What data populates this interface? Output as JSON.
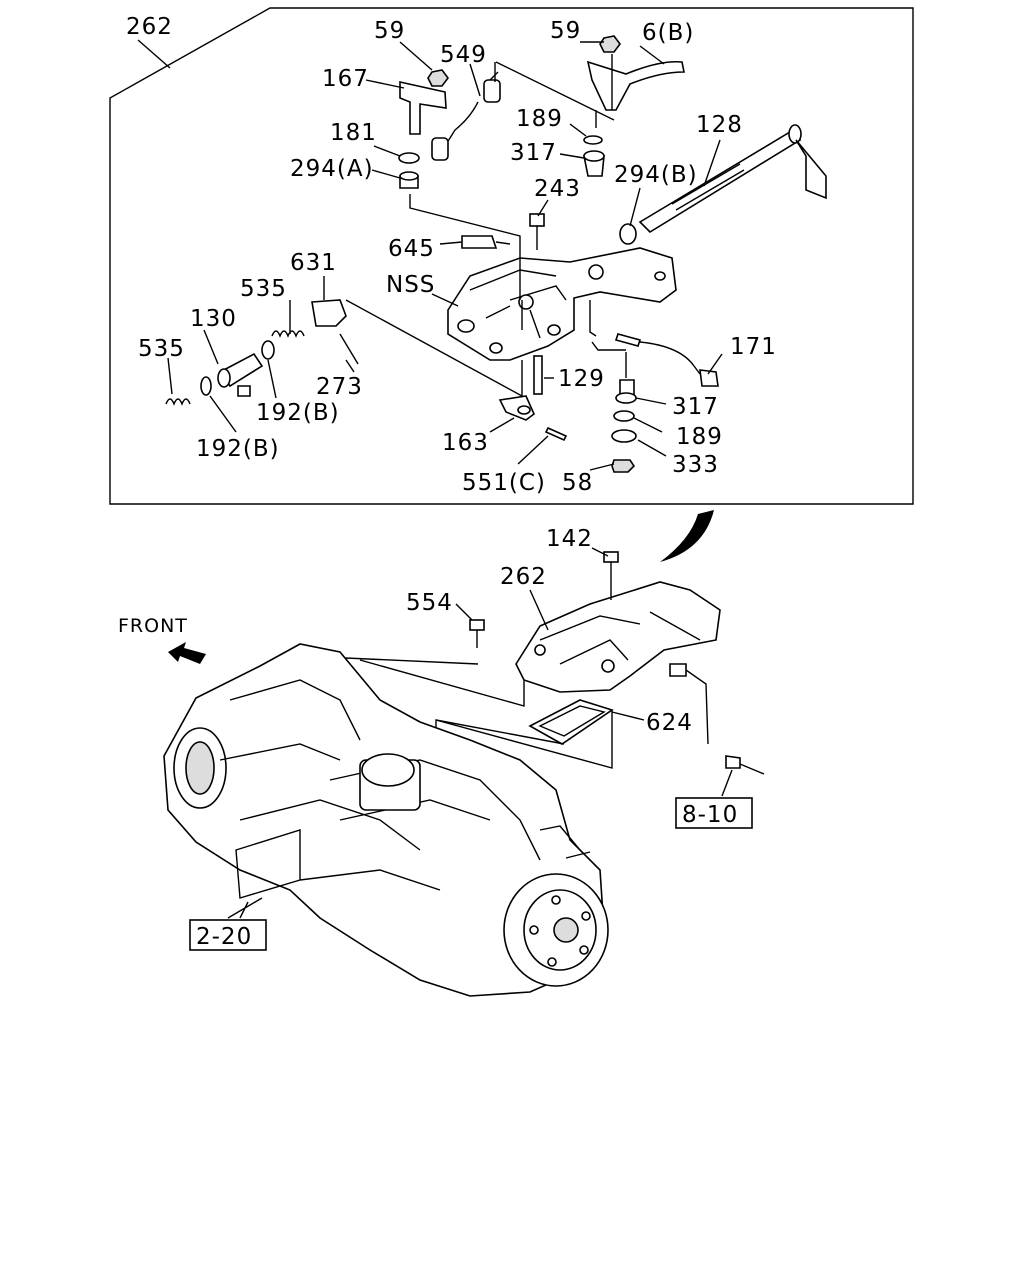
{
  "labels": {
    "group_262": "262",
    "p59a": "59",
    "p59b": "59",
    "p6b": "6(B)",
    "p549": "549",
    "p167": "167",
    "p181": "181",
    "p294a": "294(A)",
    "p189a": "189",
    "p317a": "317",
    "p128": "128",
    "p294b": "294(B)",
    "p243": "243",
    "p645": "645",
    "p631": "631",
    "pNSS": "NSS",
    "p535a": "535",
    "p130": "130",
    "p535b": "535",
    "p273": "273",
    "p192a": "192(B)",
    "p192b": "192(B)",
    "p129": "129",
    "p171": "171",
    "p317b": "317",
    "p189b": "189",
    "p163": "163",
    "p333": "333",
    "p551": "551(C)",
    "p58": "58",
    "p142": "142",
    "p262b": "262",
    "p554": "554",
    "front": "FRONT",
    "p624": "624",
    "ref810": "8-10",
    "ref220": "2-20"
  }
}
